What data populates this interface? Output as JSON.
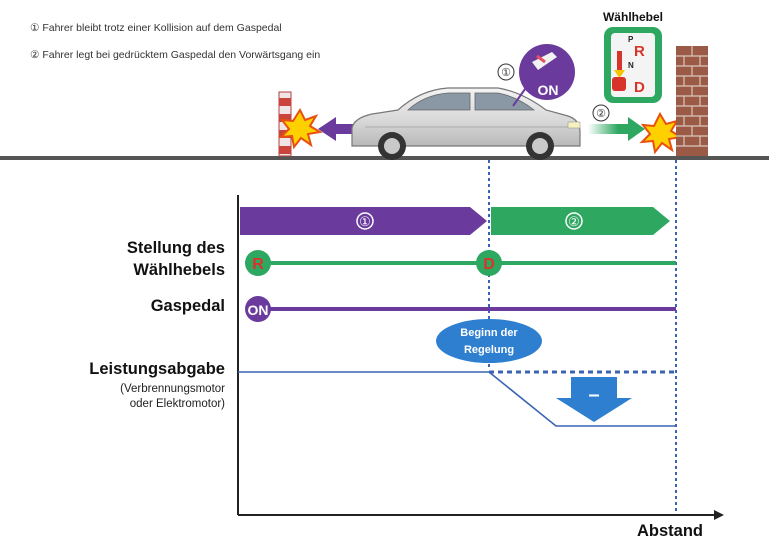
{
  "notes": [
    {
      "marker": "①",
      "text": "Fahrer bleibt trotz einer Kollision auf dem Gaspedal"
    },
    {
      "marker": "②",
      "text": "Fahrer legt bei gedrücktem Gaspedal den Vorwärtsgang ein"
    }
  ],
  "gear_selector": {
    "title": "Wählhebel",
    "positions": [
      "P",
      "R",
      "N",
      "D"
    ]
  },
  "scene": {
    "marker1": "①",
    "marker2": "②",
    "pedal_state": "ON"
  },
  "phases": [
    {
      "label": "①",
      "color": "#6a3b9c"
    },
    {
      "label": "②",
      "color": "#2ea861"
    }
  ],
  "rows": {
    "selector_label_line1": "Stellung des",
    "selector_label_line2": "Wählhebels",
    "selector_initial": "R",
    "selector_change": "D",
    "pedal_label": "Gaspedal",
    "pedal_state": "ON",
    "power_label": "Leistungsabgabe",
    "power_sub_line1": "(Verbrennungsmotor",
    "power_sub_line2": "oder Elektromotor)",
    "control_line1": "Beginn der",
    "control_line2": "Regelung",
    "decrease_symbol": "–"
  },
  "axis": {
    "x_label": "Abstand"
  },
  "colors": {
    "purple": "#6a3b9c",
    "green": "#2ea861",
    "red": "#d9342b",
    "blue": "#2f7fd0",
    "line_blue": "#3b63b3",
    "ground": "#555555"
  }
}
